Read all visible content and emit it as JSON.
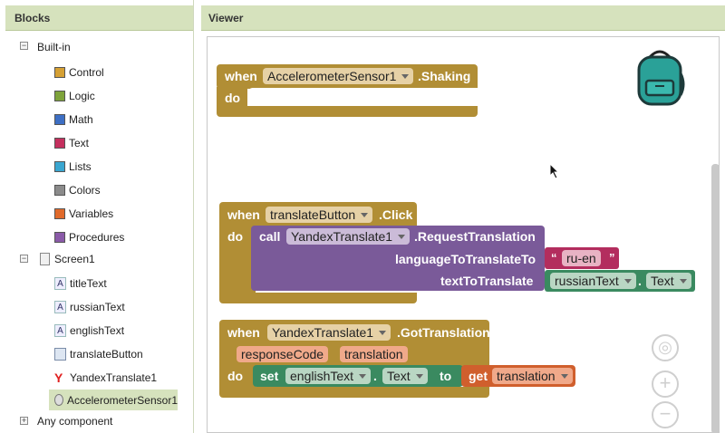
{
  "blocks_panel": {
    "title": "Blocks",
    "builtin_label": "Built-in",
    "builtin_toggle": "−",
    "builtin_items": [
      {
        "label": "Control",
        "color": "#d5a034"
      },
      {
        "label": "Logic",
        "color": "#7ea33b"
      },
      {
        "label": "Math",
        "color": "#3d6fc4"
      },
      {
        "label": "Text",
        "color": "#c4305e"
      },
      {
        "label": "Lists",
        "color": "#3aa6d0"
      },
      {
        "label": "Colors",
        "color": "#8b8b8b"
      },
      {
        "label": "Variables",
        "color": "#e06a2b"
      },
      {
        "label": "Procedures",
        "color": "#8a5aa8"
      }
    ],
    "screen_label": "Screen1",
    "screen_toggle": "−",
    "components": [
      {
        "label": "titleText",
        "icon": "label-icon"
      },
      {
        "label": "russianText",
        "icon": "label-icon"
      },
      {
        "label": "englishText",
        "icon": "label-icon"
      },
      {
        "label": "translateButton",
        "icon": "button-icon"
      },
      {
        "label": "YandexTranslate1",
        "icon": "yandex-icon"
      },
      {
        "label": "AccelerometerSensor1",
        "icon": "accelerometer-icon"
      }
    ],
    "any_component_label": "Any component",
    "any_component_toggle": "+"
  },
  "viewer": {
    "title": "Viewer",
    "block1": {
      "when": "when",
      "component": "AccelerometerSensor1",
      "event": ".Shaking",
      "do": "do"
    },
    "block2": {
      "when": "when",
      "component": "translateButton",
      "event": ".Click",
      "do": "do",
      "call": "call",
      "call_component": "YandexTranslate1",
      "method": ".RequestTranslation",
      "arg1_label": "languageToTranslateTo",
      "arg1_quote": "“",
      "arg1_value": "ru-en",
      "arg1_quote_end": "”",
      "arg2_label": "textToTranslate",
      "arg2_component": "russianText",
      "arg2_dot": ".",
      "arg2_property": "Text"
    },
    "block3": {
      "when": "when",
      "component": "YandexTranslate1",
      "event": ".GotTranslation",
      "param1": "responseCode",
      "param2": "translation",
      "do": "do",
      "set": "set",
      "set_component": "englishText",
      "set_dot": ".",
      "set_property": "Text",
      "to": "to",
      "get": "get",
      "get_var": "translation"
    },
    "controls": {
      "recenter": "◎",
      "zoom_in": "+",
      "zoom_out": "−"
    }
  }
}
